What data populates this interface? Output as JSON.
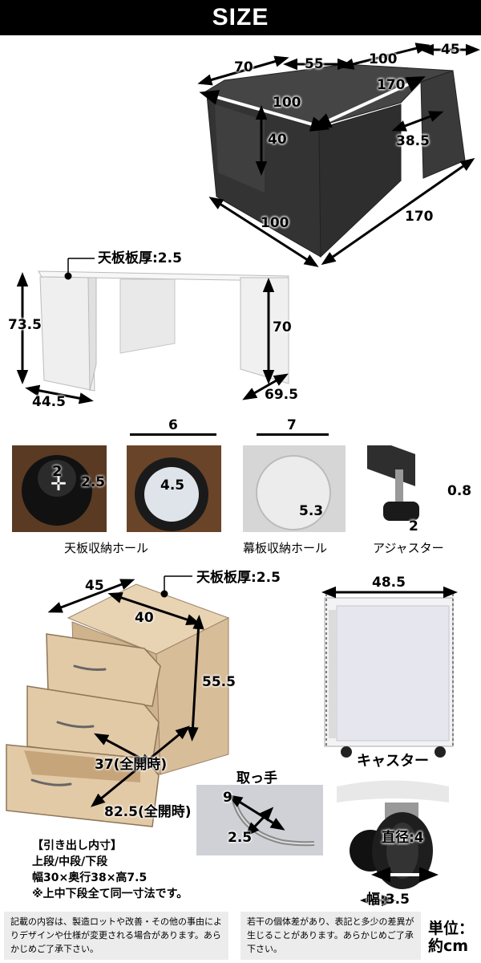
{
  "header": {
    "title": "SIZE"
  },
  "desk": {
    "top_dims": {
      "d70": "70",
      "d55": "55",
      "d100a": "100",
      "d45": "45",
      "d170a": "170",
      "d100b": "100",
      "d40": "40",
      "d38_5": "38.5",
      "d100c": "100",
      "d170b": "170"
    },
    "board_thickness": "天板板厚:2.5",
    "side_dims": {
      "d73_5": "73.5",
      "d70": "70",
      "d44_5": "44.5",
      "d69_5": "69.5"
    }
  },
  "holes": {
    "top_hole": {
      "w": "2",
      "h": "2.5",
      "caption": "天板収納ホール"
    },
    "inner_hole": {
      "outer": "6",
      "inner": "4.5"
    },
    "panel_hole": {
      "outer": "7",
      "inner": "5.3",
      "caption": "幕板収納ホール"
    },
    "adjuster": {
      "h": "0.8",
      "w": "2",
      "caption": "アジャスター"
    }
  },
  "cabinet": {
    "board_thickness": "天板板厚:2.5",
    "dims": {
      "d45": "45",
      "d40": "40",
      "d55_5": "55.5",
      "d37": "37(全開時)",
      "d82_5": "82.5(全開時)",
      "d48_5": "48.5"
    },
    "handle_title": "取っ手",
    "handle_dims": {
      "d9": "9",
      "d2_5": "2.5"
    },
    "caster_title": "キャスター",
    "caster_dims": {
      "diameter": "直径:4",
      "width": "幅:3.5"
    }
  },
  "drawer_info": {
    "title": "【引き出し内寸】",
    "line1": "上段/中段/下段",
    "line2": "幅30×奥行38×高7.5",
    "line3": "※上中下段全て同一寸法です。"
  },
  "notes": {
    "left": "記載の内容は、製造ロットや改善・その他の事由によりデザインや仕様が変更される場合があります。あらかじめご了承下さい。",
    "right": "若干の個体差があり、表記と多少の差異が生じることがあります。あらかじめご了承下さい。"
  },
  "unit": {
    "line1": "単位：",
    "line2": "約cm"
  },
  "colors": {
    "banner": "#000000",
    "desk_dark": "#3a3a3a",
    "desk_white": "#f2f2f2",
    "wood": "#e0c8a6",
    "note_bg": "#ececec"
  }
}
